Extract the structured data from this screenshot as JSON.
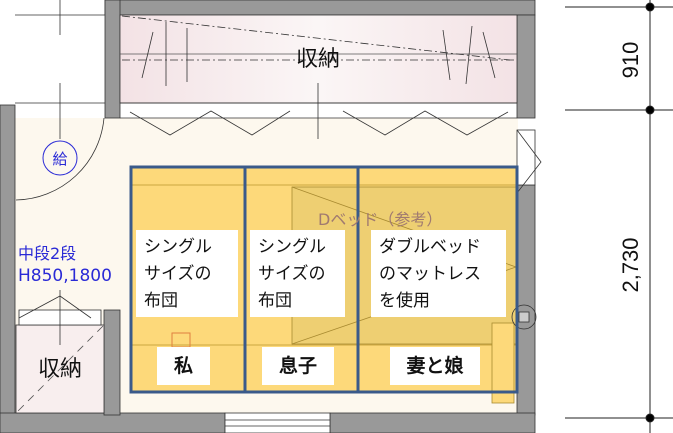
{
  "rooms": {
    "top_storage": "収納",
    "bottom_left_storage": "収納",
    "supply_mark": "給",
    "shelf_note_line1": "中段2段",
    "shelf_note_line2": "H850,1800",
    "bed_reference": "Dベッド（参考）"
  },
  "sleeping_areas": [
    {
      "description": [
        "シングル",
        "サイズの",
        "布団"
      ],
      "person": "私"
    },
    {
      "description": [
        "シングル",
        "サイズの",
        "布団"
      ],
      "person": "息子"
    },
    {
      "description": [
        "ダブルベッド",
        "のマットレス",
        "を使用"
      ],
      "person": "妻と娘"
    }
  ],
  "dimensions": {
    "upper": "910",
    "lower": "2,730"
  },
  "colors": {
    "wall": "#999999",
    "futon_area": "#fdd97a",
    "frame": "#3a5a8a",
    "annotation": "#2a2ad6"
  }
}
